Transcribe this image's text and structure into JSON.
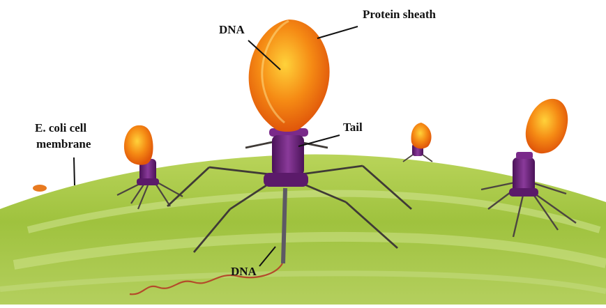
{
  "labels": {
    "dna_head": "DNA",
    "protein_sheath": "Protein sheath",
    "tail": "Tail",
    "membrane_line1": "E. coli cell",
    "membrane_line2": "membrane",
    "dna_injected": "DNA"
  },
  "colors": {
    "membrane": "#9bbf3a",
    "membrane_light": "#c9df7a",
    "head_orange": "#f07a12",
    "head_yellow": "#ffc21a",
    "tail_purple": "#6a1f7a",
    "leg": "#3f3a36",
    "dna_strand": "#b44a2a"
  }
}
